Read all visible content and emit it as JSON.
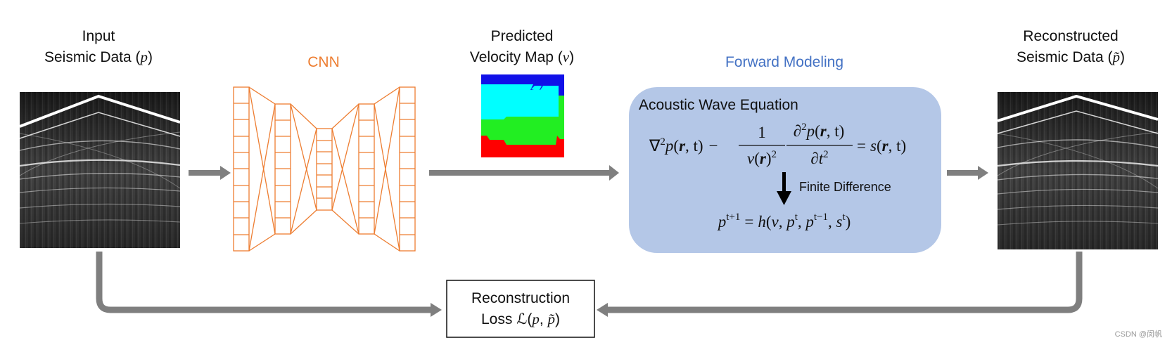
{
  "input": {
    "line1": "Input",
    "line2_prefix": "Seismic Data (",
    "line2_var": "p",
    "line2_suffix": ")"
  },
  "cnn": {
    "label": "CNN"
  },
  "velocity": {
    "line1": "Predicted",
    "line2_prefix": "Velocity Map (",
    "line2_var": "v",
    "line2_suffix": ")"
  },
  "forward_modeling": {
    "title": "Forward Modeling"
  },
  "wave_box": {
    "title": "Acoustic Wave Equation",
    "eq_nabla": "∇",
    "eq_sq": "2",
    "eq_p": "p",
    "eq_open": "(",
    "eq_r": "r",
    "eq_comma_t": ", t)",
    "eq_minus": "−",
    "frac1_num": "1",
    "frac1_den_v": "v",
    "frac1_den_open": "(",
    "frac1_den_r": "r",
    "frac1_den_close": ")",
    "frac1_den_sq": "2",
    "frac2_num_d": "∂",
    "frac2_num_sq": "2",
    "frac2_num_p": "p",
    "frac2_num_open": "(",
    "frac2_num_r": "r",
    "frac2_num_t": ", t)",
    "frac2_den_d": "∂",
    "frac2_den_t": "t",
    "frac2_den_sq": "2",
    "eq_equals": "=",
    "rhs_s": "s",
    "rhs_open": "(",
    "rhs_r": "r",
    "rhs_t": ", t)",
    "finite_difference": "Finite Difference",
    "update_p": "p",
    "update_sup": "t+1",
    "update_eq": "=",
    "update_h": "h",
    "update_open": "(",
    "update_v": "v",
    "update_c1": ", ",
    "update_p2": "p",
    "update_sup2": "t",
    "update_c2": ", ",
    "update_p3": "p",
    "update_sup3": "t−1",
    "update_c3": ", ",
    "update_s": "s",
    "update_sup4": "t",
    "update_close": ")"
  },
  "output": {
    "line1": "Reconstructed",
    "line2_prefix": "Seismic Data (",
    "line2_var": "p̃",
    "line2_suffix": ")"
  },
  "loss": {
    "line1": "Reconstruction",
    "line2_prefix": "Loss ",
    "line2_L": "ℒ",
    "line2_args_open": "(",
    "line2_p": "p",
    "line2_comma": ", ",
    "line2_pt": "p̃",
    "line2_close": ")"
  },
  "watermark": "CSDN @闵帆",
  "colors": {
    "cnn": "#ED7D31",
    "forward_modeling_title": "#4472C4",
    "wave_box_fill": "#B4C7E7",
    "arrow": "#7F7F7F",
    "velocity_layers": [
      "#1010E8",
      "#00FFFF",
      "#22EE22",
      "#FF0000"
    ]
  },
  "icons": {
    "arrow": "arrow-right-icon",
    "down_arrow": "arrow-down-icon"
  }
}
